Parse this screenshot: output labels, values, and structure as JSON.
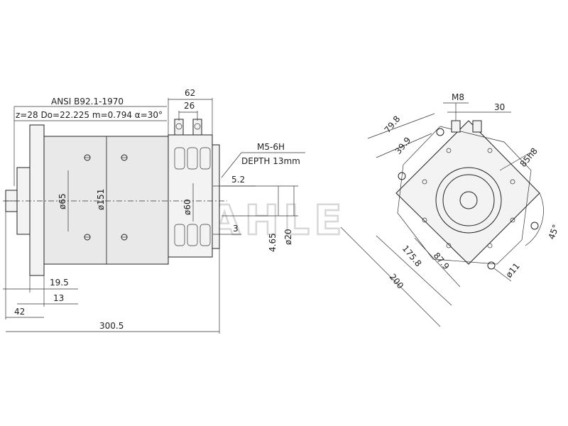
{
  "spec": {
    "ansi": "ANSI B92.1-1970",
    "gear": "z=28 Do=22.225 m=0.794 α=30°",
    "thread": "M5-6H",
    "depth": "DEPTH 13mm"
  },
  "side_view": {
    "dim_62": "62",
    "dim_26": "26",
    "dim_5_2": "5.2",
    "dim_3": "3",
    "dia_65": "ø65",
    "dia_151": "ø151",
    "dia_60": "ø60",
    "dim_4_65": "4.65",
    "dia_20": "ø20",
    "dim_19_5": "19.5",
    "dim_13": "13",
    "dim_42": "42",
    "dim_300_5": "300.5"
  },
  "end_view": {
    "m8": "M8",
    "dim_30": "30",
    "dim_79_8": "79.8",
    "dim_39_9": "39.9",
    "dim_85h8": "85h8",
    "dim_175_8": "175.8",
    "dim_87_9": "87.9",
    "dim_200": "200",
    "dia_11": "ø11",
    "angle_45": "45°"
  },
  "watermark": "MAHLE"
}
